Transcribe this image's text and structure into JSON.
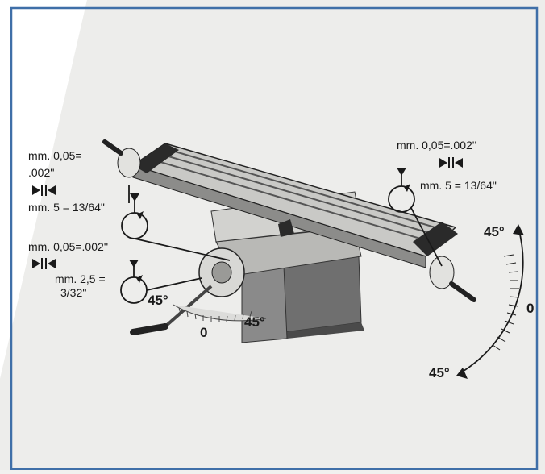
{
  "figure": {
    "left_table_callouts": {
      "backlash_metric": "mm. 0,05=",
      "backlash_inch": ".002''",
      "pitch": "mm. 5 = 13/64\""
    },
    "right_table_callouts": {
      "backlash": "mm. 0,05=.002''",
      "pitch": "mm. 5 = 13/64\""
    },
    "cross_slide_callouts": {
      "backlash": "mm. 0,05=.002''",
      "pitch_metric": "mm. 2,5 =",
      "pitch_inch": "3/32''"
    },
    "angle_labels": {
      "upper": "45°",
      "zero": "0",
      "lower": "45°",
      "dial_left": "45°",
      "dial_zero": "0",
      "dial_right": "45°"
    },
    "colors": {
      "frame": "#3f6fa8",
      "background": "#f1f1ef",
      "shade": "#e3e3e1",
      "ink": "#1a1a1a"
    }
  }
}
